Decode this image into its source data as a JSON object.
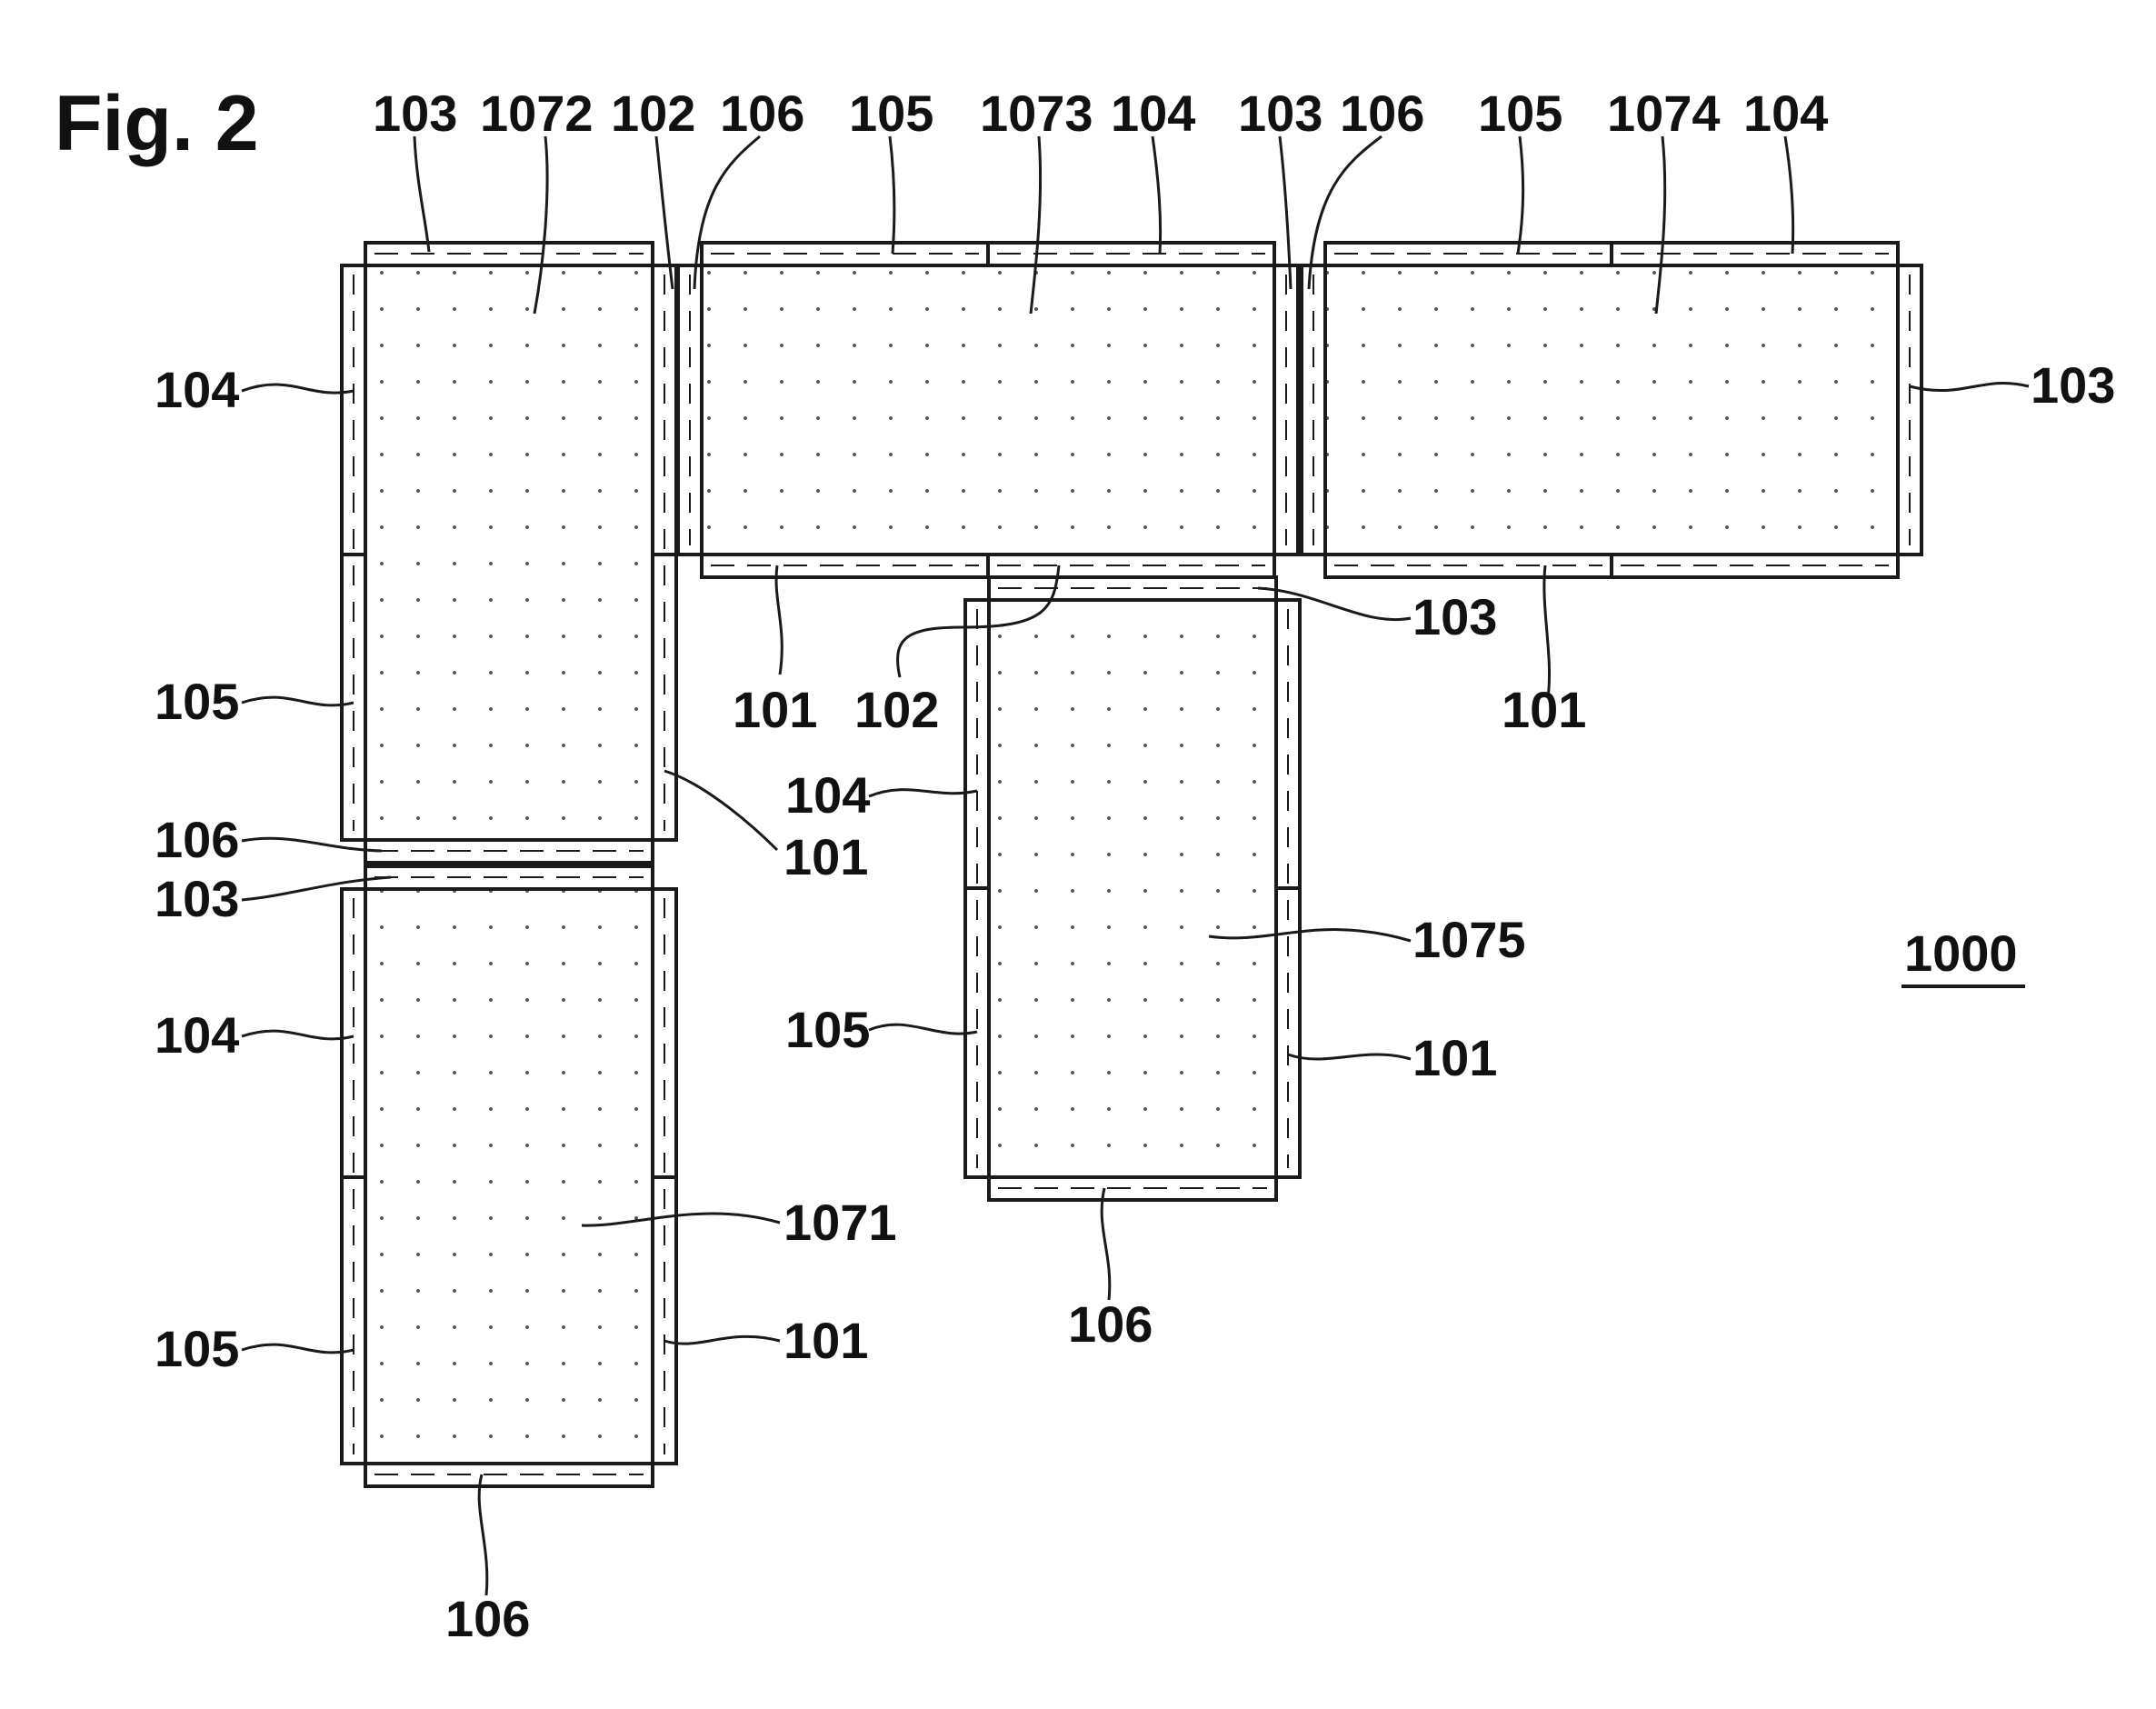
{
  "figure_title": "Fig. 2",
  "assembly_ref": "1000",
  "labels": {
    "top_103_a": "103",
    "top_1072": "1072",
    "top_102": "102",
    "top_106_a": "106",
    "top_105_a": "105",
    "top_1073": "1073",
    "top_104_a": "104",
    "top_103_b": "103",
    "top_106_b": "106",
    "top_105_b": "105",
    "top_1074": "1074",
    "top_104_b": "104",
    "right_103": "103",
    "left_104_a": "104",
    "left_105_a": "105",
    "left_106": "106",
    "left_103": "103",
    "left_104_b": "104",
    "left_105_b": "105",
    "bottom_106_a": "106",
    "mid_101_a": "101",
    "mid_101_b": "101",
    "mid_102": "102",
    "mid_103": "103",
    "mid_101_c": "101",
    "mid_104": "104",
    "mid_105": "105",
    "mid_1075": "1075",
    "mid_101_d": "101",
    "mid_106": "106",
    "low_1071": "1071",
    "low_101": "101"
  }
}
